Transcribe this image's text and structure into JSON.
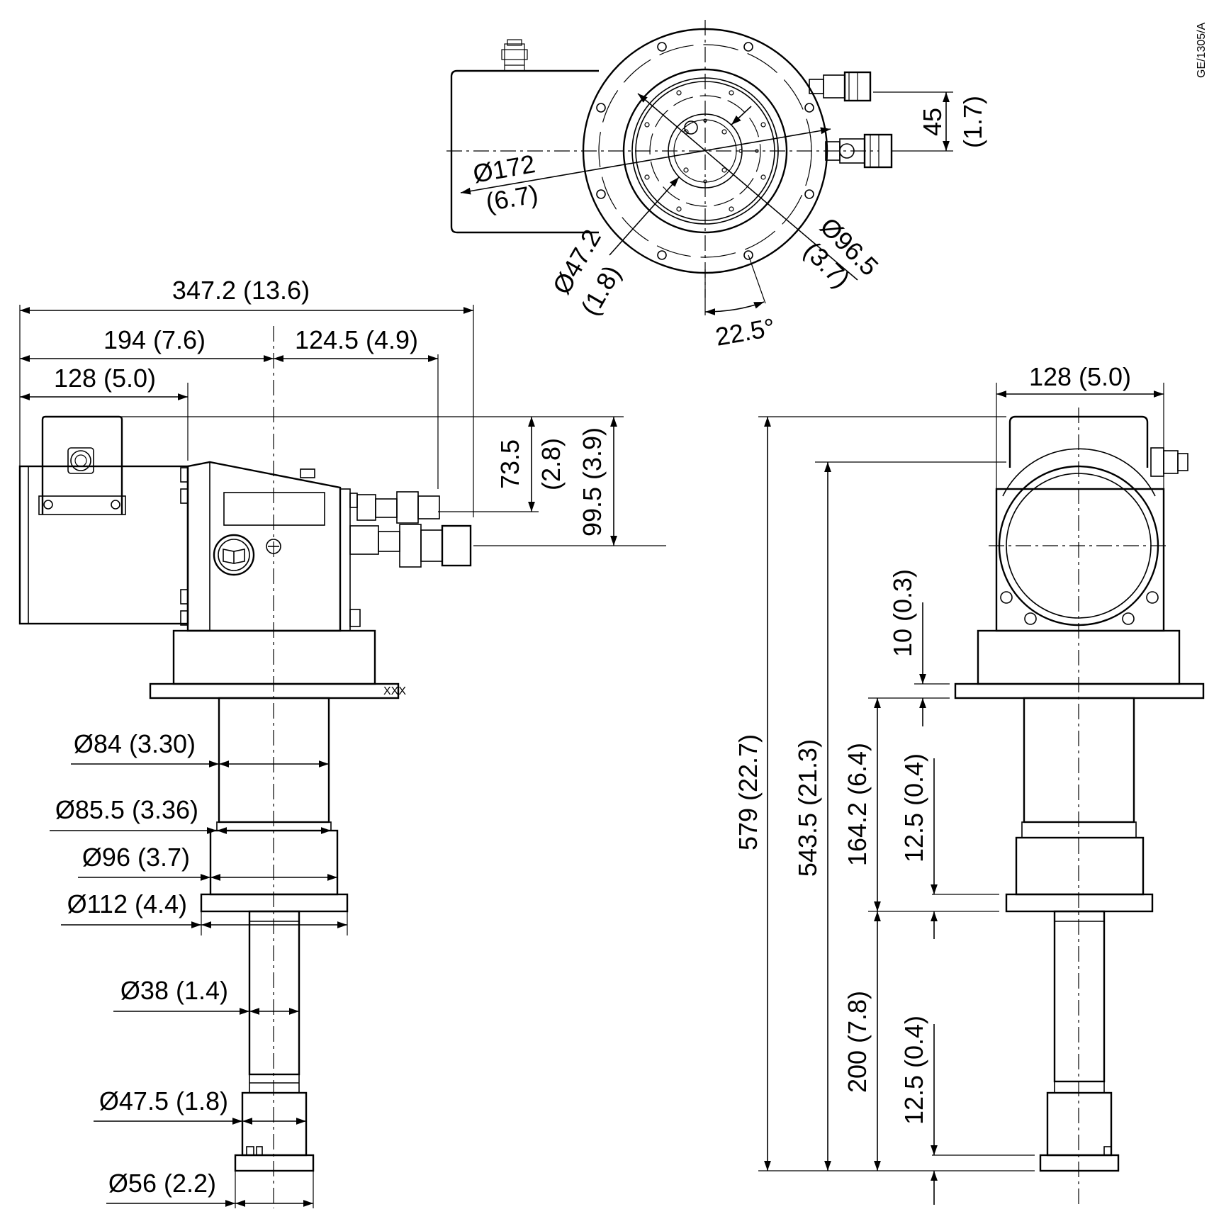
{
  "drawing_id": "GE/1305/A",
  "top_view": {
    "dia_flange": "Ø172",
    "dia_flange_in": "(6.7)",
    "dia_bore": "Ø47.2",
    "dia_bore_in": "(1.8)",
    "dia_pitch": "Ø96.5",
    "dia_pitch_in": "(3.7)",
    "angle": "22.5°",
    "offset": "45",
    "offset_in": "(1.7)"
  },
  "side_view": {
    "total_length": "347.2 (13.6)",
    "len_194": "194 (7.6)",
    "len_124": "124.5 (4.9)",
    "len_128": "128 (5.0)",
    "h_73": "73.5",
    "h_73_in": "(2.8)",
    "h_99": "99.5 (3.9)",
    "d84": "Ø84 (3.30)",
    "d85": "Ø85.5 (3.36)",
    "d96": "Ø96 (3.7)",
    "d112": "Ø112 (4.4)",
    "d38": "Ø38 (1.4)",
    "d47": "Ø47.5 (1.8)",
    "d56": "Ø56 (2.2)",
    "marking": "XXX"
  },
  "front_view": {
    "width": "128 (5.0)",
    "h579": "579 (22.7)",
    "h543": "543.5 (21.3)",
    "h164": "164.2 (6.4)",
    "h10": "10 (0.3)",
    "h12a": "12.5 (0.4)",
    "h200": "200 (7.8)",
    "h12b": "12.5 (0.4)"
  }
}
